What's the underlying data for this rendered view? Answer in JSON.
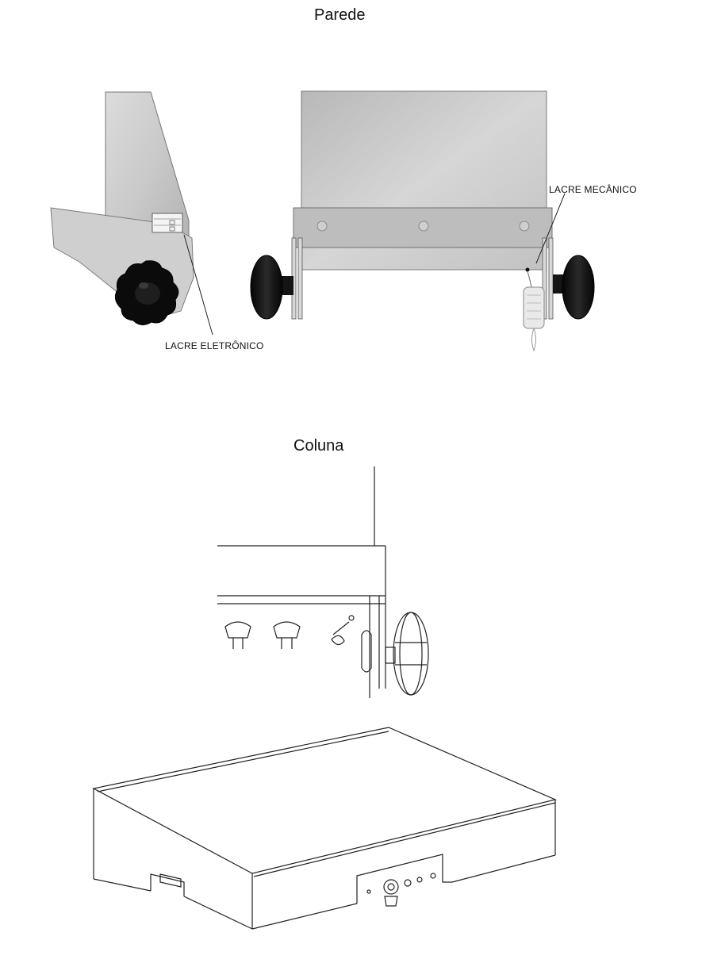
{
  "sections": {
    "wall": {
      "title": "Parede"
    },
    "column": {
      "title": "Coluna"
    }
  },
  "callouts": {
    "electronic_seal": "LACRE ELETRÔNICO",
    "mechanical_seal": "LACRE MECÂNICO"
  }
}
